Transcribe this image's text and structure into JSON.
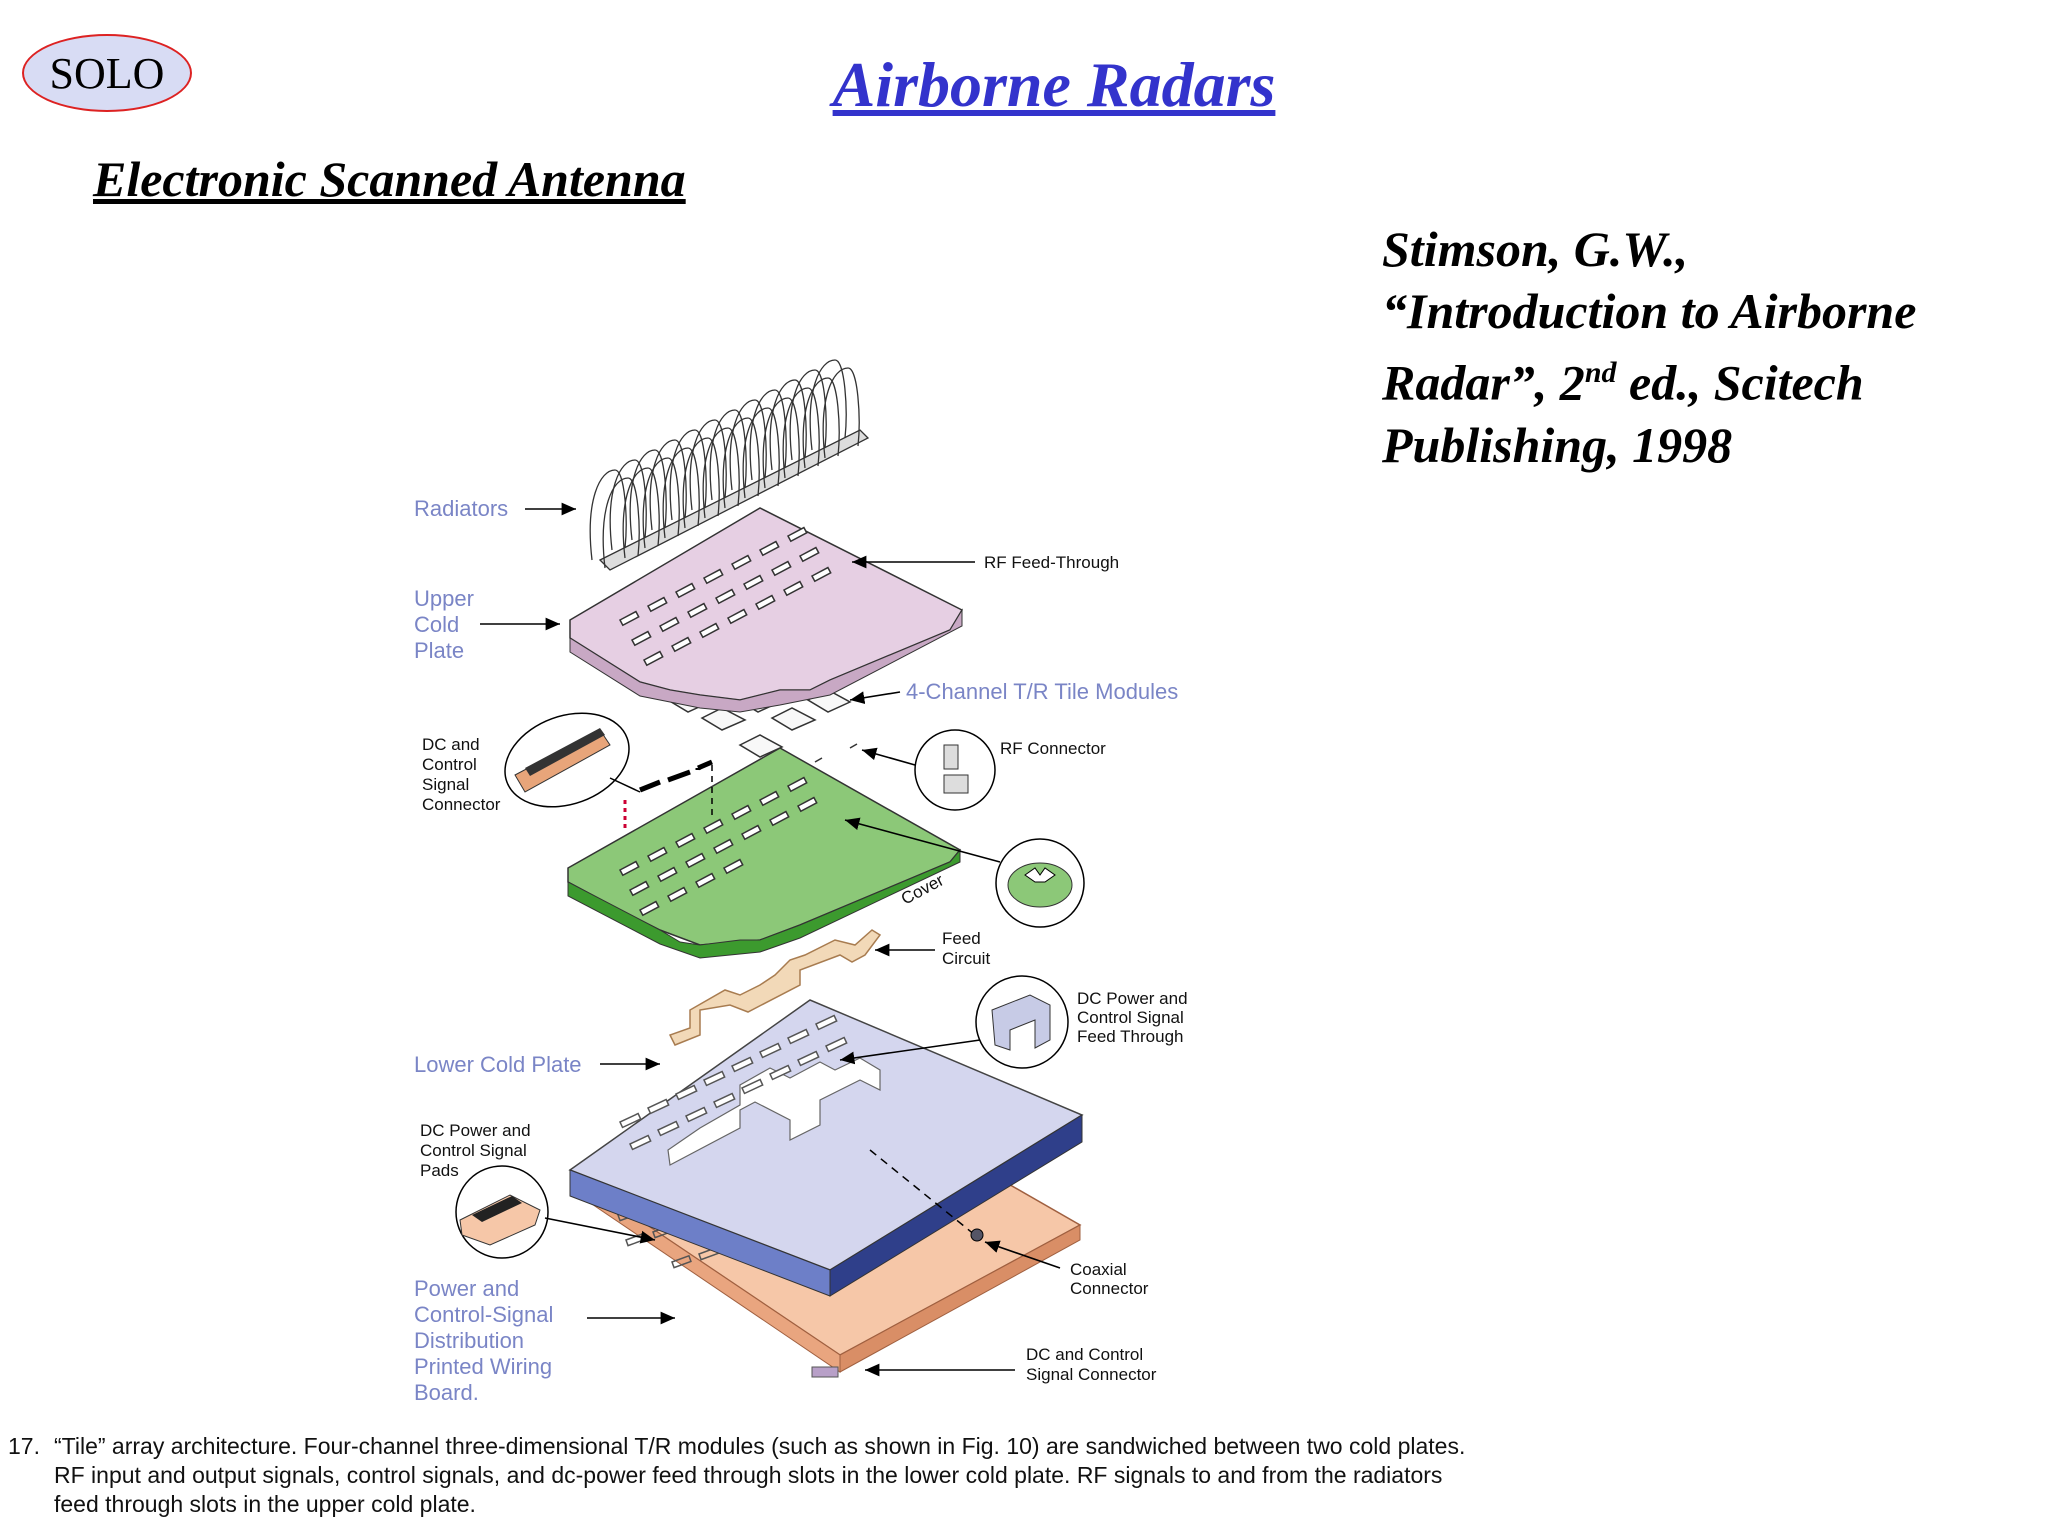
{
  "logo": {
    "text": "SOLO"
  },
  "title": "Airborne Radars",
  "subtitle": "Electronic Scanned Antenna",
  "reference": {
    "line1": "Stimson, G.W.,",
    "line2": "“Introduction to Airborne",
    "line3_a": "Radar”, 2",
    "line3_sup": "nd",
    "line3_b": " ed., Scitech",
    "line4": "Publishing, 1998"
  },
  "diagram": {
    "labels_left": {
      "radiators": "Radiators",
      "upper_1": "Upper",
      "upper_2": "Cold",
      "upper_3": "Plate",
      "dc_conn_1": "DC and",
      "dc_conn_2": "Control",
      "dc_conn_3": "Signal",
      "dc_conn_4": "Connector",
      "lower_cold_plate": "Lower Cold Plate",
      "pads_1": "DC Power and",
      "pads_2": "Control Signal",
      "pads_3": "Pads",
      "pwr_1": "Power and",
      "pwr_2": "Control-Signal",
      "pwr_3": "Distribution",
      "pwr_4": "Printed Wiring",
      "pwr_5": "Board."
    },
    "labels_right": {
      "rf_feed": "RF Feed-Through",
      "tile_modules": "4-Channel T/R Tile Modules",
      "rf_connector": "RF Connector",
      "cover": "Cover",
      "feed_1": "Feed",
      "feed_2": "Circuit",
      "dcft_1": "DC Power and",
      "dcft_2": "Control Signal",
      "dcft_3": "Feed Through",
      "coax_1": "Coaxial",
      "coax_2": "Connector",
      "dcsig_1": "DC and Control",
      "dcsig_2": "Signal Connector"
    },
    "colors": {
      "upper_plate": "#e6cfe3",
      "cover": "#8cc878",
      "lower_plate": "#d4d6ee",
      "lower_edge": "#6d7fc8",
      "pwb": "#f6c7a8"
    }
  },
  "caption": {
    "number": "17.",
    "line1": "“Tile” array architecture. Four-channel three-dimensional T/R modules (such as shown in Fig. 10) are sandwiched between two cold plates.",
    "line2": "RF input and output signals, control signals, and dc-power feed through slots in the lower cold plate. RF signals to and from the radiators",
    "line3": "feed through slots in the upper cold plate."
  }
}
